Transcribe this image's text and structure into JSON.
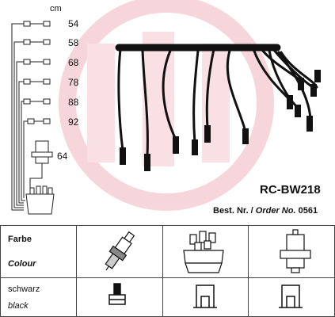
{
  "unit_label": "cm",
  "lengths": [
    "54",
    "58",
    "68",
    "78",
    "88",
    "92"
  ],
  "coil_length": "64",
  "model": "RC-BW218",
  "order_prefix": "Best. Nr. / ",
  "order_label": "Order No.",
  "order_number": "0561",
  "table": {
    "row1_de": "Farbe",
    "row1_en": "Colour",
    "row2_de": "schwarz",
    "row2_en": "black"
  },
  "colors": {
    "cable": "#111111",
    "watermark": "#f3c9cf",
    "grid": "#444444"
  }
}
